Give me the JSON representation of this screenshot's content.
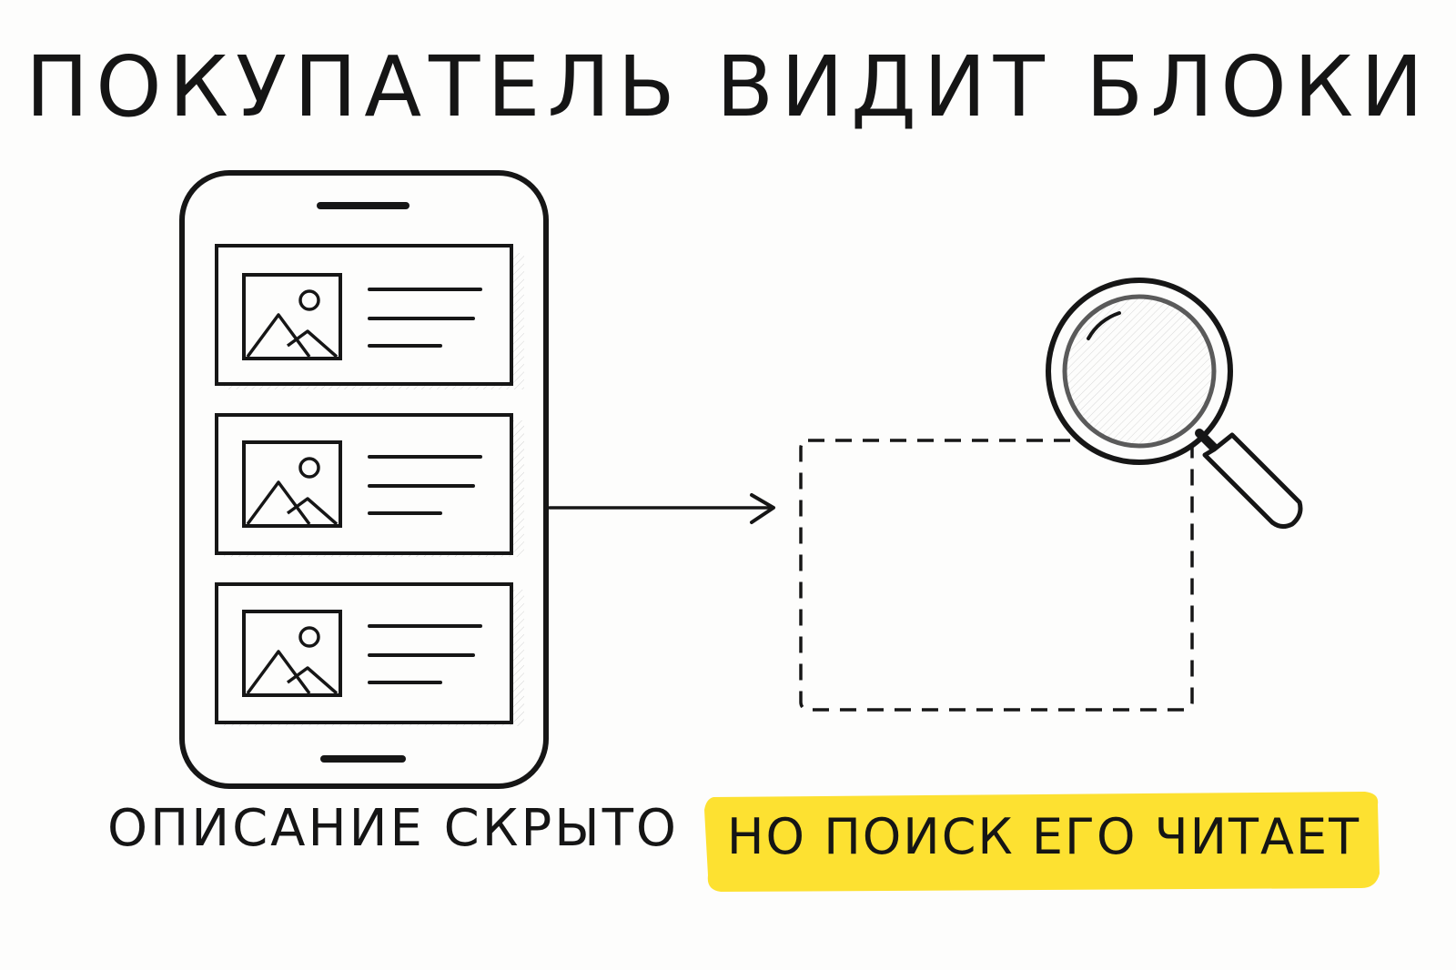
{
  "title": "ПОКУПАТЕЛЬ ВИДИТ БЛОКИ",
  "left_caption": "ОПИСАНИЕ СКРЫТО",
  "right_caption": "НО ПОИСК ЕГО ЧИТАЕТ",
  "colors": {
    "ink": "#161616",
    "highlight": "#fde131",
    "background": "#fdfdfc"
  },
  "icons": [
    "smartphone-icon",
    "image-placeholder-icon",
    "arrow-right-icon",
    "magnifying-glass-icon"
  ]
}
